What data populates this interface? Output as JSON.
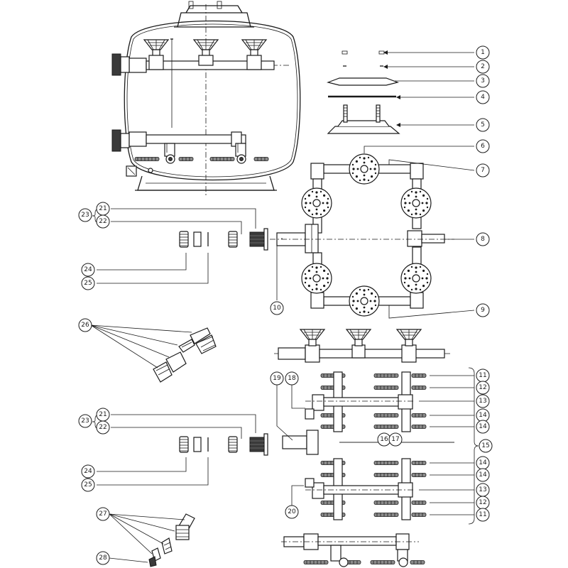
{
  "callouts": {
    "c1": "1",
    "c2": "2",
    "c3": "3",
    "c4": "4",
    "c5": "5",
    "c6": "6",
    "c7": "7",
    "c8": "8",
    "c9": "9",
    "c10": "10",
    "c11a": "11",
    "c12a": "12",
    "c13a": "13",
    "c14a": "14",
    "c14b": "14",
    "c15": "15",
    "c16": "16",
    "c17": "17",
    "c18": "18",
    "c19": "19",
    "c20": "20",
    "c14c": "14",
    "c14d": "14",
    "c13b": "13",
    "c12b": "12",
    "c11b": "11",
    "c21a": "21",
    "c22a": "22",
    "c23a": "23",
    "c24a": "24",
    "c25a": "25",
    "c26": "26",
    "c21b": "21",
    "c22b": "22",
    "c23b": "23",
    "c24b": "24",
    "c25b": "25",
    "c27": "27",
    "c28": "28"
  }
}
